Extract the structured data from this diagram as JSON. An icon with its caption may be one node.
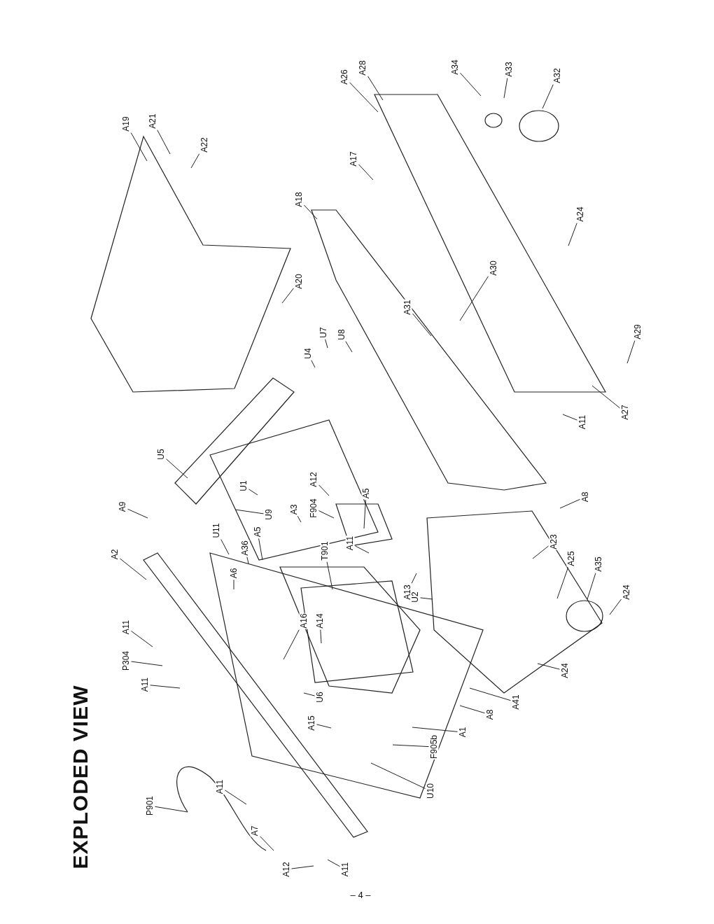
{
  "diagram": {
    "title": "EXPLODED VIEW",
    "nodes": [
      {
        "text": [
          "A19"
        ]
      },
      {
        "text": [
          "A21"
        ]
      },
      {
        "text": [
          "A22"
        ]
      },
      {
        "text": [
          "A26"
        ]
      },
      {
        "text": [
          "A28"
        ]
      },
      {
        "text": [
          "A34"
        ]
      },
      {
        "text": [
          "A33"
        ]
      },
      {
        "text": [
          "A32"
        ]
      },
      {
        "text": [
          "A17"
        ]
      },
      {
        "text": [
          "A18"
        ]
      },
      {
        "text": [
          "A20"
        ]
      },
      {
        "text": [
          "A24"
        ]
      },
      {
        "text": [
          "A30"
        ]
      },
      {
        "text": [
          "A31"
        ]
      },
      {
        "text": [
          "U7"
        ]
      },
      {
        "text": [
          "U8"
        ]
      },
      {
        "text": [
          "U4"
        ]
      },
      {
        "text": [
          "A29"
        ]
      },
      {
        "text": [
          "A27"
        ]
      },
      {
        "text": [
          "A11"
        ]
      },
      {
        "text": [
          "U5"
        ]
      },
      {
        "text": [
          "A9"
        ]
      },
      {
        "text": [
          "U1"
        ]
      },
      {
        "text": [
          "U9"
        ]
      },
      {
        "text": [
          "A12"
        ]
      },
      {
        "text": [
          "F904"
        ]
      },
      {
        "text": [
          "A5"
        ]
      },
      {
        "text": [
          "A3"
        ]
      },
      {
        "text": [
          "U11"
        ]
      },
      {
        "text": [
          "A5"
        ]
      },
      {
        "text": [
          "A36"
        ]
      },
      {
        "text": [
          "A6"
        ]
      },
      {
        "text": [
          "A2"
        ]
      },
      {
        "text": [
          "T901"
        ]
      },
      {
        "text": [
          "A11"
        ]
      },
      {
        "text": [
          "A8"
        ]
      },
      {
        "text": [
          "A13"
        ]
      },
      {
        "text": [
          "U2"
        ]
      },
      {
        "text": [
          "A23"
        ]
      },
      {
        "text": [
          "A25"
        ]
      },
      {
        "text": [
          "A35"
        ]
      },
      {
        "text": [
          "A24"
        ]
      },
      {
        "text": [
          "A16"
        ]
      },
      {
        "text": [
          "A14"
        ]
      },
      {
        "text": [
          "A11"
        ]
      },
      {
        "text": [
          "P304"
        ]
      },
      {
        "text": [
          "A11"
        ]
      },
      {
        "text": [
          "A24"
        ]
      },
      {
        "text": [
          "U6"
        ]
      },
      {
        "text": [
          "A41"
        ]
      },
      {
        "text": [
          "A15"
        ]
      },
      {
        "text": [
          "A8"
        ]
      },
      {
        "text": [
          "A1"
        ]
      },
      {
        "text": [
          "F905b"
        ]
      },
      {
        "text": [
          "U10"
        ]
      },
      {
        "text": [
          "P901"
        ]
      },
      {
        "text": [
          "A11"
        ]
      },
      {
        "text": [
          "A7"
        ]
      },
      {
        "text": [
          "A12"
        ]
      },
      {
        "text": [
          "A11"
        ]
      }
    ],
    "edges": [
      {
        "from": 0,
        "to": null,
        "arrow": "none"
      },
      {
        "from": 1,
        "to": null,
        "arrow": "none"
      },
      {
        "from": 2,
        "to": null,
        "arrow": "none"
      },
      {
        "from": 3,
        "to": null,
        "arrow": "none"
      },
      {
        "from": 4,
        "to": null,
        "arrow": "none"
      },
      {
        "from": 5,
        "to": null,
        "arrow": "none"
      },
      {
        "from": 6,
        "to": null,
        "arrow": "none"
      },
      {
        "from": 7,
        "to": null,
        "arrow": "none"
      },
      {
        "from": 8,
        "to": null,
        "arrow": "none"
      },
      {
        "from": 9,
        "to": null,
        "arrow": "none"
      },
      {
        "from": 10,
        "to": null,
        "arrow": "none"
      },
      {
        "from": 11,
        "to": null,
        "arrow": "none"
      },
      {
        "from": 12,
        "to": null,
        "arrow": "none"
      },
      {
        "from": 13,
        "to": null,
        "arrow": "none"
      },
      {
        "from": 14,
        "to": null,
        "arrow": "none"
      },
      {
        "from": 15,
        "to": null,
        "arrow": "none"
      },
      {
        "from": 16,
        "to": null,
        "arrow": "none"
      },
      {
        "from": 17,
        "to": null,
        "arrow": "none"
      },
      {
        "from": 18,
        "to": null,
        "arrow": "none"
      },
      {
        "from": 19,
        "to": null,
        "arrow": "none"
      },
      {
        "from": 20,
        "to": null,
        "arrow": "none"
      },
      {
        "from": 21,
        "to": null,
        "arrow": "none"
      },
      {
        "from": 22,
        "to": null,
        "arrow": "none"
      },
      {
        "from": 23,
        "to": null,
        "arrow": "none"
      },
      {
        "from": 24,
        "to": null,
        "arrow": "none"
      },
      {
        "from": 25,
        "to": null,
        "arrow": "none"
      },
      {
        "from": 26,
        "to": null,
        "arrow": "none"
      },
      {
        "from": 27,
        "to": null,
        "arrow": "none"
      },
      {
        "from": 28,
        "to": null,
        "arrow": "none"
      },
      {
        "from": 29,
        "to": null,
        "arrow": "none"
      },
      {
        "from": 30,
        "to": null,
        "arrow": "none"
      },
      {
        "from": 31,
        "to": null,
        "arrow": "none"
      },
      {
        "from": 32,
        "to": null,
        "arrow": "none"
      },
      {
        "from": 33,
        "to": null,
        "arrow": "none"
      },
      {
        "from": 34,
        "to": null,
        "arrow": "none"
      },
      {
        "from": 35,
        "to": null,
        "arrow": "none"
      },
      {
        "from": 36,
        "to": null,
        "arrow": "none"
      },
      {
        "from": 37,
        "to": null,
        "arrow": "none"
      },
      {
        "from": 38,
        "to": null,
        "arrow": "none"
      },
      {
        "from": 39,
        "to": null,
        "arrow": "none"
      },
      {
        "from": 40,
        "to": null,
        "arrow": "none"
      },
      {
        "from": 41,
        "to": null,
        "arrow": "none"
      },
      {
        "from": 42,
        "to": null,
        "arrow": "none"
      },
      {
        "from": 43,
        "to": null,
        "arrow": "none"
      },
      {
        "from": 44,
        "to": null,
        "arrow": "none"
      },
      {
        "from": 45,
        "to": null,
        "arrow": "none"
      },
      {
        "from": 46,
        "to": null,
        "arrow": "none"
      },
      {
        "from": 47,
        "to": null,
        "arrow": "none"
      },
      {
        "from": 48,
        "to": null,
        "arrow": "none"
      },
      {
        "from": 49,
        "to": null,
        "arrow": "none"
      },
      {
        "from": 50,
        "to": null,
        "arrow": "none"
      },
      {
        "from": 51,
        "to": null,
        "arrow": "none"
      },
      {
        "from": 52,
        "to": null,
        "arrow": "none"
      },
      {
        "from": 53,
        "to": null,
        "arrow": "none"
      },
      {
        "from": 54,
        "to": null,
        "arrow": "none"
      },
      {
        "from": 55,
        "to": null,
        "arrow": "none"
      },
      {
        "from": 56,
        "to": null,
        "arrow": "none"
      },
      {
        "from": 57,
        "to": null,
        "arrow": "none"
      },
      {
        "from": 58,
        "to": null,
        "arrow": "none"
      },
      {
        "from": 59,
        "to": null,
        "arrow": "none"
      }
    ],
    "labels": [
      "– 4 –"
    ]
  }
}
